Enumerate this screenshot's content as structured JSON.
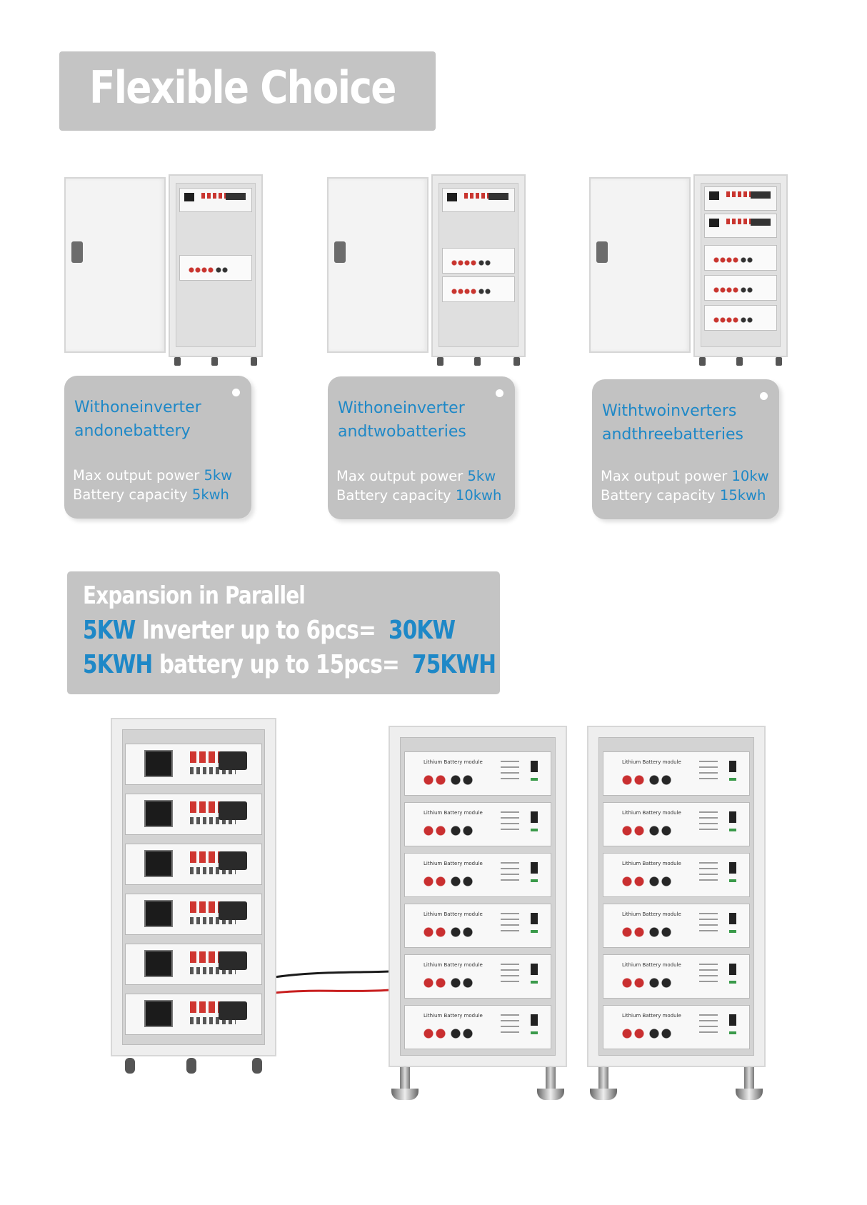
{
  "title": "Flexible Choice",
  "configs": [
    {
      "head_line1": "Withoneinverter",
      "head_line2": "andonebattery",
      "power_label": "Max output power ",
      "power_value": "5kw",
      "capacity_label": "Battery capacity ",
      "capacity_value": "5kwh",
      "inverters": 1,
      "batteries": 1
    },
    {
      "head_line1": "Withoneinverter",
      "head_line2": "andtwobatteries",
      "power_label": "Max output power ",
      "power_value": "5kw",
      "capacity_label": "Battery capacity ",
      "capacity_value": "10kwh",
      "inverters": 1,
      "batteries": 2
    },
    {
      "head_line1": "Withtwoinverters",
      "head_line2": "andthreebatteries",
      "power_label": "Max output power ",
      "power_value": "10kw",
      "capacity_label": "Battery capacity ",
      "capacity_value": "15kwh",
      "inverters": 2,
      "batteries": 3
    }
  ],
  "expansion": {
    "heading": "Expansion in Parallel",
    "line2_a": "5KW",
    "line2_b": " Inverter up to 6pcs=",
    "line2_c": "30KW",
    "line3_a": "5KWH",
    "line3_b": " battery up to 15pcs=",
    "line3_c": "75KWH"
  },
  "battery_module_label": "Lithium Battery module",
  "racks": {
    "inverter_units": 6,
    "battery_racks": 2,
    "battery_units_per_rack": 6
  },
  "colors": {
    "accent": "#1e88c7",
    "banner": "#c4c4c4",
    "card": "#c2c2c2"
  }
}
